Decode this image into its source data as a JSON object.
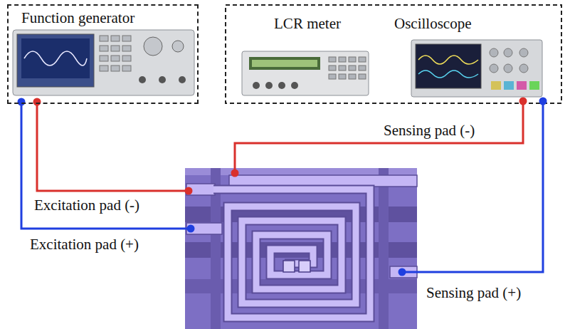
{
  "diagram": {
    "nodes": [
      {
        "text": [
          "Function generator"
        ]
      },
      {
        "text": [
          "LCR meter"
        ]
      },
      {
        "text": [
          "Oscilloscope"
        ]
      }
    ],
    "labels": [
      "Sensing pad (-)",
      "Excitation pad (-)",
      "Excitation pad (+)",
      "Sensing pad (+)"
    ]
  }
}
